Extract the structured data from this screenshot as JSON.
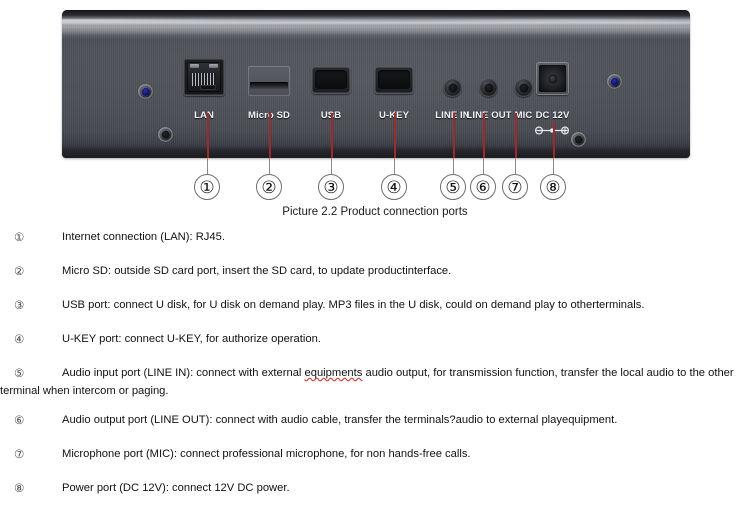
{
  "figure": {
    "caption": "Picture 2.2 Product connection ports",
    "device": {
      "alt": "rear panel of network audio terminal",
      "chassis_color": "#4b4e56",
      "bezel_color": "#1c1e22",
      "label_color": "#f2f3f5"
    },
    "ports": [
      {
        "id": "lan",
        "label": "LAN",
        "type": "rj45",
        "callout": "①"
      },
      {
        "id": "microsd",
        "label": "Micro SD",
        "type": "sdslot",
        "callout": "②"
      },
      {
        "id": "usb",
        "label": "USB",
        "type": "usb",
        "callout": "③"
      },
      {
        "id": "ukey",
        "label": "U-KEY",
        "type": "usb",
        "callout": "④"
      },
      {
        "id": "linein",
        "label": "LINE IN",
        "type": "jack",
        "callout": "⑤"
      },
      {
        "id": "lineout",
        "label": "LINE OUT",
        "type": "jack",
        "callout": "⑥"
      },
      {
        "id": "mic",
        "label": "MIC",
        "type": "jack",
        "callout": "⑦"
      },
      {
        "id": "dc12v",
        "label": "DC 12V",
        "type": "dcjack",
        "callout": "⑧"
      }
    ],
    "callout_numbers": [
      "①",
      "②",
      "③",
      "④",
      "⑤",
      "⑥",
      "⑦",
      "⑧"
    ],
    "leader_color": "#9d2b2b",
    "leader_color_outside": "#8a8a8a"
  },
  "descriptions": [
    {
      "marker": "①",
      "text": "Internet connection (LAN):  RJ45."
    },
    {
      "marker": "②",
      "text": "Micro SD: outside SD card port, insert the SD card, to update productinterface."
    },
    {
      "marker": "③",
      "text": "USB port: connect U disk, for U disk on demand play. MP3 files in the U disk, could on demand play to otherterminals."
    },
    {
      "marker": "④",
      "text": "U-KEY port: connect U-KEY, for authorize operation."
    },
    {
      "marker": "⑤",
      "text_before": "Audio input port (LINE IN): connect with external ",
      "text_misspelled": "equipments",
      "text_after": " audio output, for transmission function, transfer the local audio to the other terminal when intercom or paging."
    },
    {
      "marker": "⑥",
      "text": "Audio output port (LINE OUT): connect with audio cable, transfer the terminals?audio to external playequipment."
    },
    {
      "marker": "⑦",
      "text": "Microphone port (MIC): connect professional microphone, for non hands-free calls."
    },
    {
      "marker": "⑧",
      "text": "Power port (DC 12V): connect 12V DC power."
    }
  ]
}
